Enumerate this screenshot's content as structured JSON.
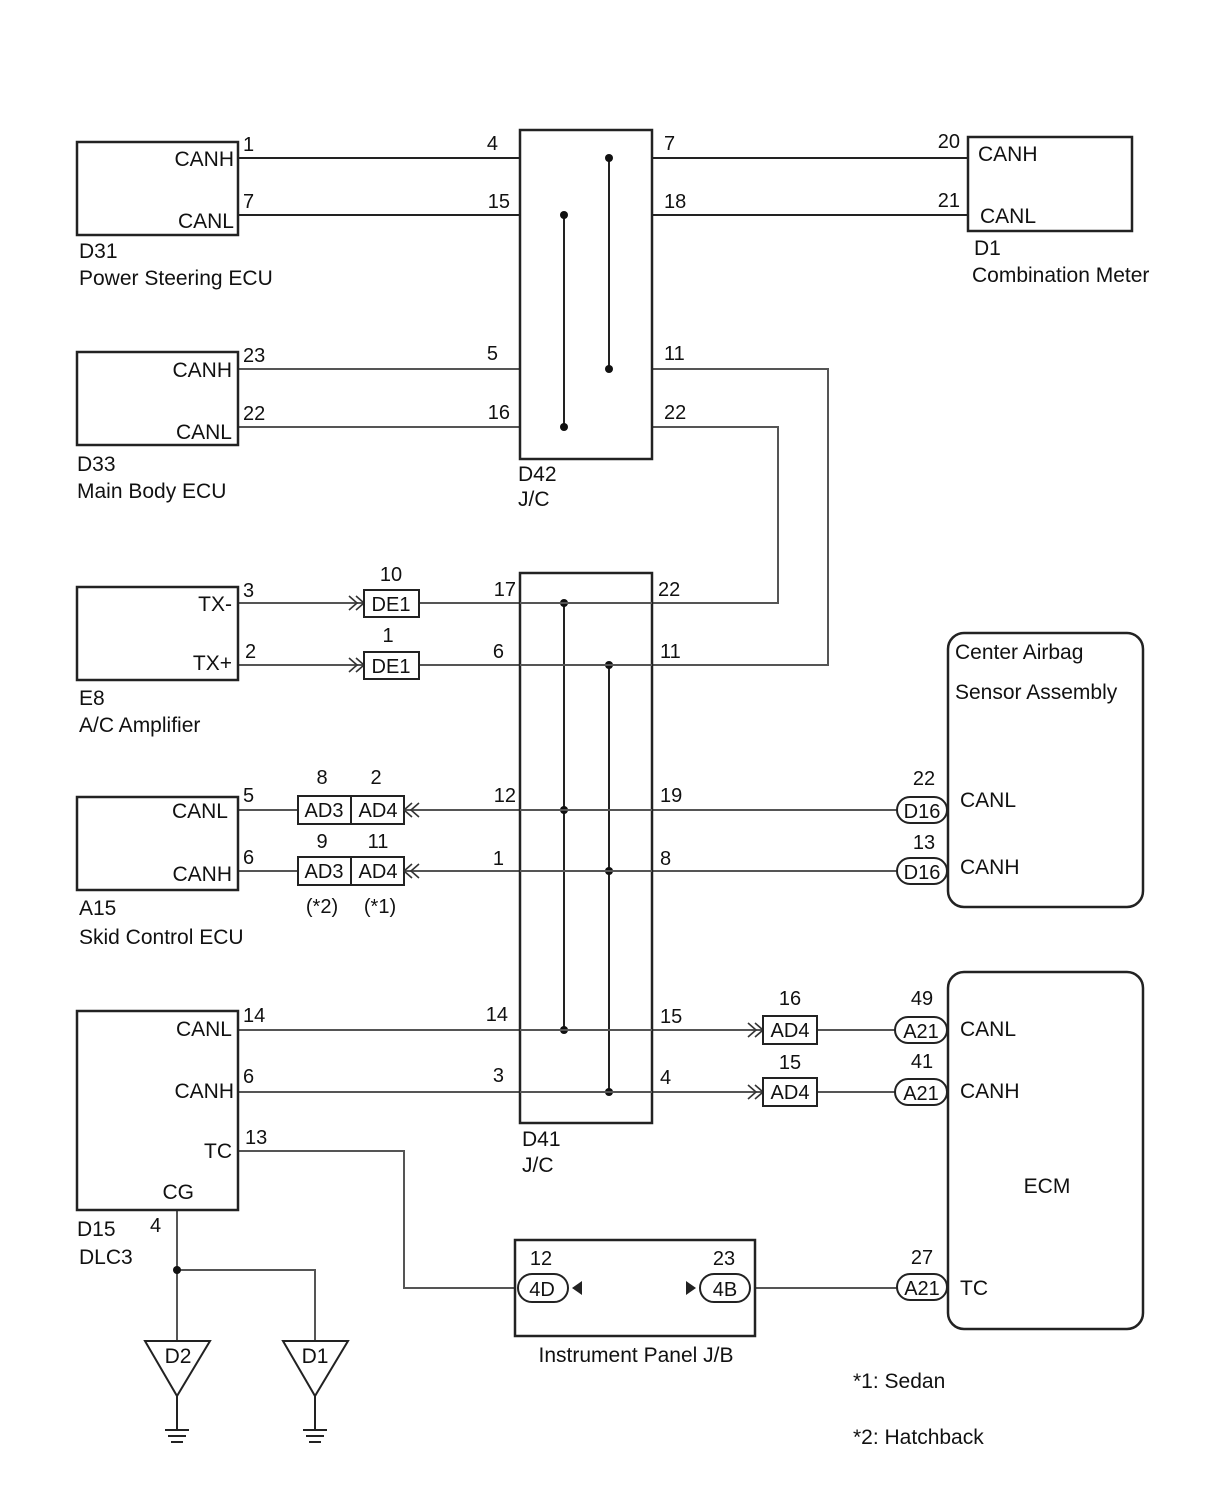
{
  "ecus": {
    "power_steering": {
      "code": "D31",
      "name": "Power Steering ECU",
      "pin_labels": [
        "CANH",
        "CANL"
      ],
      "pins": [
        "1",
        "7"
      ]
    },
    "main_body": {
      "code": "D33",
      "name": "Main Body ECU",
      "pin_labels": [
        "CANH",
        "CANL"
      ],
      "pins": [
        "23",
        "22"
      ]
    },
    "ac_amplifier": {
      "code": "E8",
      "name": "A/C Amplifier",
      "pin_labels": [
        "TX-",
        "TX+"
      ],
      "pins": [
        "3",
        "2"
      ]
    },
    "skid_control": {
      "code": "A15",
      "name": "Skid Control ECU",
      "pin_labels": [
        "CANL",
        "CANH"
      ],
      "pins": [
        "5",
        "6"
      ]
    },
    "dlc3": {
      "code": "D15",
      "name": "DLC3",
      "pin_labels": [
        "CANL",
        "CANH",
        "TC",
        "CG"
      ],
      "pins": [
        "14",
        "6",
        "13",
        "4"
      ]
    },
    "combination_meter": {
      "code": "D1",
      "name": "Combination Meter",
      "pin_labels": [
        "CANH",
        "CANL"
      ],
      "pins": [
        "20",
        "21"
      ]
    },
    "airbag": {
      "name_line1": "Center Airbag",
      "name_line2": "Sensor Assembly",
      "pin_labels": [
        "CANL",
        "CANH"
      ],
      "pins": [
        "22",
        "13"
      ],
      "connector": "D16"
    },
    "ecm": {
      "name": "ECM",
      "pin_labels": [
        "CANL",
        "CANH",
        "TC"
      ],
      "pins": [
        "49",
        "41",
        "27"
      ],
      "connector": "A21"
    }
  },
  "junctions": {
    "d42": {
      "code": "D42",
      "name": "J/C",
      "left_pins": [
        "4",
        "15",
        "5",
        "16"
      ],
      "right_pins": [
        "7",
        "18",
        "11",
        "22"
      ]
    },
    "d41": {
      "code": "D41",
      "name": "J/C",
      "left_pins": [
        "17",
        "6",
        "12",
        "1",
        "14",
        "3"
      ],
      "right_pins": [
        "22",
        "11",
        "19",
        "8",
        "15",
        "4"
      ]
    }
  },
  "connectors": {
    "de1": {
      "label": "DE1",
      "pins": [
        "10",
        "1"
      ]
    },
    "ad3": {
      "label": "AD3",
      "pins": [
        "8",
        "9"
      ],
      "note": "(*2)"
    },
    "ad4_skid": {
      "label": "AD4",
      "pins": [
        "2",
        "11"
      ],
      "note": "(*1)"
    },
    "ad4_ecm": {
      "label": "AD4",
      "pins": [
        "16",
        "15"
      ]
    }
  },
  "instrument_panel_jb": {
    "name": "Instrument Panel J/B",
    "left_label": "4D",
    "left_pin": "12",
    "right_label": "4B",
    "right_pin": "23"
  },
  "grounds": [
    "D2",
    "D1"
  ],
  "notes": [
    "*1: Sedan",
    "*2: Hatchback"
  ]
}
